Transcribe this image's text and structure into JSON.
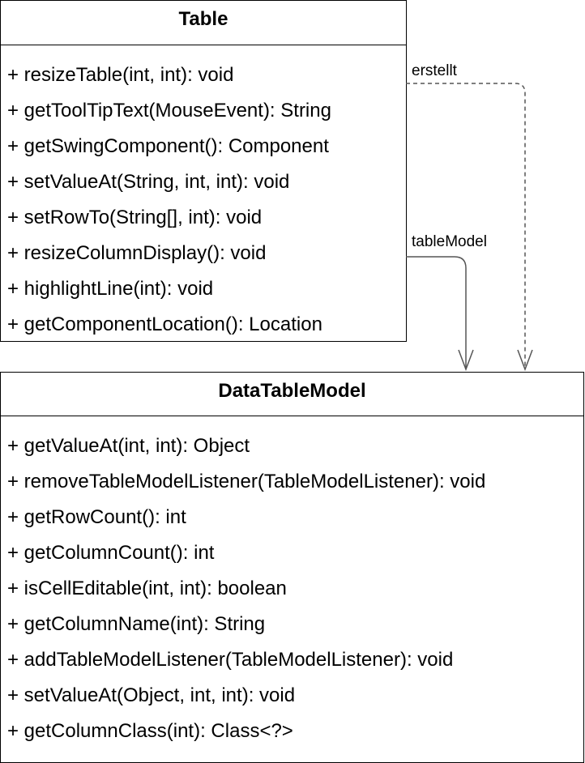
{
  "classes": [
    {
      "name": "Table",
      "methods": [
        "+ resizeTable(int, int): void",
        "+ getToolTipText(MouseEvent): String",
        "+ getSwingComponent(): Component",
        "+ setValueAt(String, int, int): void",
        "+ setRowTo(String[], int): void",
        "+ resizeColumnDisplay(): void",
        "+ highlightLine(int): void",
        "+ getComponentLocation(): Location"
      ]
    },
    {
      "name": "DataTableModel",
      "methods": [
        "+ getValueAt(int, int): Object",
        "+ removeTableModelListener(TableModelListener): void",
        "+ getRowCount(): int",
        "+ getColumnCount(): int",
        "+ isCellEditable(int, int): boolean",
        "+ getColumnName(int): String",
        "+ addTableModelListener(TableModelListener): void",
        "+ setValueAt(Object, int, int): void",
        "+ getColumnClass(int): Class<?>"
      ]
    }
  ],
  "relations": [
    {
      "label": "erstellt",
      "from": "Table",
      "to": "DataTableModel",
      "style": "dashed"
    },
    {
      "label": "tableModel",
      "from": "Table",
      "to": "DataTableModel",
      "style": "solid"
    }
  ],
  "colors": {
    "line": "#000000",
    "connector": "#555555",
    "background": "#ffffff"
  }
}
